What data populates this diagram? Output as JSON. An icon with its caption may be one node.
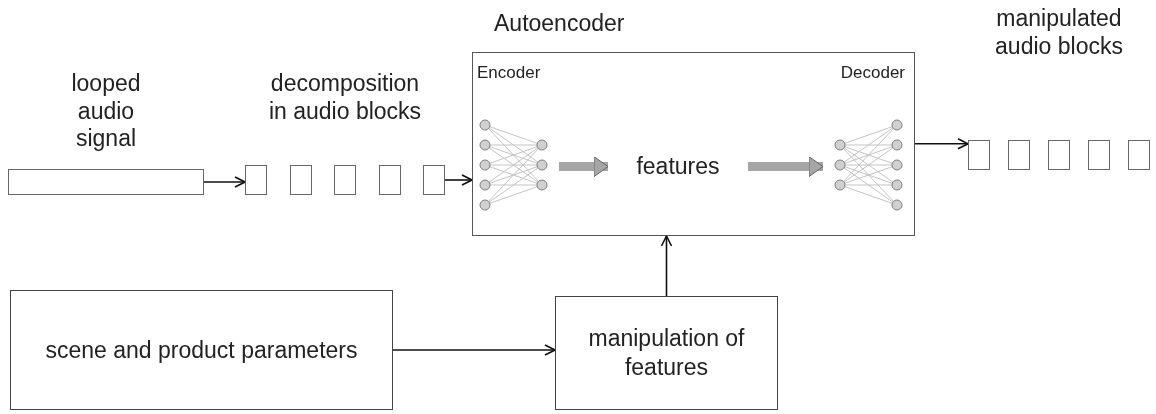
{
  "diagram": {
    "nodes": [
      {
        "text": [
          "looped audio signal"
        ]
      },
      {
        "text": [
          "decomposition in audio blocks"
        ]
      },
      {
        "text": [
          "Autoencoder"
        ]
      },
      {
        "text": [
          "Encoder"
        ],
        "in": 2
      },
      {
        "text": [
          "features"
        ],
        "in": 2
      },
      {
        "text": [
          "Decoder"
        ],
        "in": 2
      },
      {
        "text": [
          "manipulated audio blocks"
        ]
      },
      {
        "text": [
          "scene and product parameters"
        ]
      },
      {
        "text": [
          "manipulation of features"
        ]
      }
    ],
    "edges": [
      {
        "from": 0,
        "to": 1,
        "arrow": "to"
      },
      {
        "from": 1,
        "to": 2,
        "arrow": "to"
      },
      {
        "from": 3,
        "to": 4,
        "arrow": "to",
        "style": "thick",
        "color": "#a6a6a6"
      },
      {
        "from": 4,
        "to": 5,
        "arrow": "to",
        "style": "thick",
        "color": "#a6a6a6"
      },
      {
        "from": 2,
        "to": 6,
        "arrow": "to"
      },
      {
        "from": 7,
        "to": 8,
        "arrow": "to"
      },
      {
        "from": 8,
        "to": 2,
        "arrow": "to"
      }
    ]
  }
}
